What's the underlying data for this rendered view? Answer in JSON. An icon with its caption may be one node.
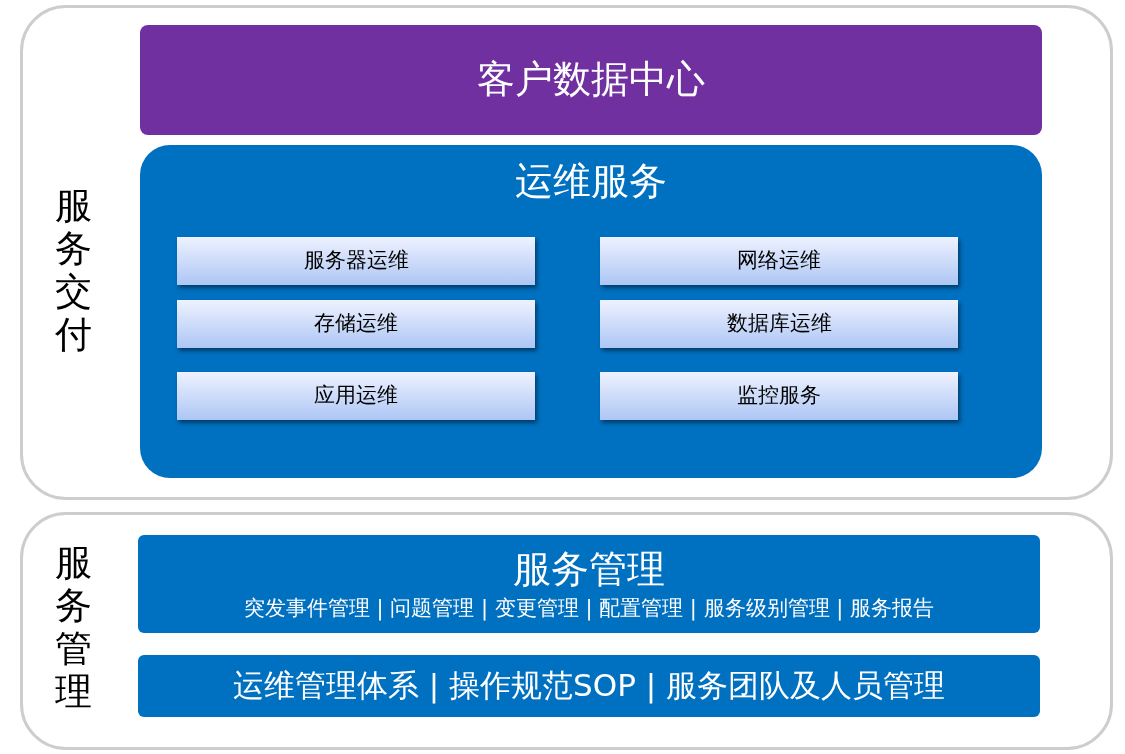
{
  "diagram": {
    "nodes": [
      {
        "text": [
          "服务交付"
        ]
      },
      {
        "text": [
          "客户数据中心"
        ],
        "in": 0
      },
      {
        "text": [
          "运维服务"
        ],
        "in": 0
      },
      {
        "text": [
          "服务器运维"
        ],
        "in": 2
      },
      {
        "text": [
          "网络运维"
        ],
        "in": 2
      },
      {
        "text": [
          "存储运维"
        ],
        "in": 2
      },
      {
        "text": [
          "数据库运维"
        ],
        "in": 2
      },
      {
        "text": [
          "应用运维"
        ],
        "in": 2
      },
      {
        "text": [
          "监控服务"
        ],
        "in": 2
      },
      {
        "text": [
          "服务管理"
        ]
      },
      {
        "text": [
          "服务管理",
          "突发事件管理 | 问题管理 | 变更管理 | 配置管理 | 服务级别管理 | 服务报告"
        ],
        "in": 9
      },
      {
        "text": [
          "运维管理体系 | 操作规范SOP | 服务团队及人员管理"
        ],
        "in": 9
      }
    ]
  }
}
